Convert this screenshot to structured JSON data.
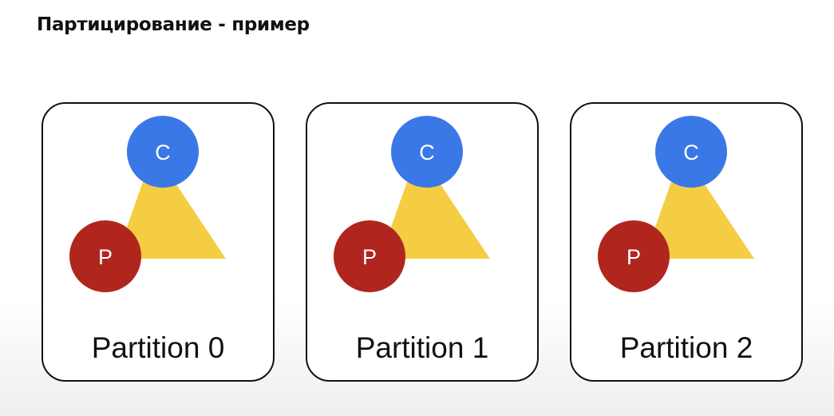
{
  "title": "Партицирование - пример",
  "colors": {
    "consumer": "#3b78e7",
    "producer": "#b0261f",
    "triangle": "#f4cd42",
    "border": "#111111"
  },
  "partitions": [
    {
      "label": "Partition 0",
      "consumer_letter": "C",
      "producer_letter": "P"
    },
    {
      "label": "Partition 1",
      "consumer_letter": "C",
      "producer_letter": "P"
    },
    {
      "label": "Partition 2",
      "consumer_letter": "C",
      "producer_letter": "P"
    }
  ]
}
